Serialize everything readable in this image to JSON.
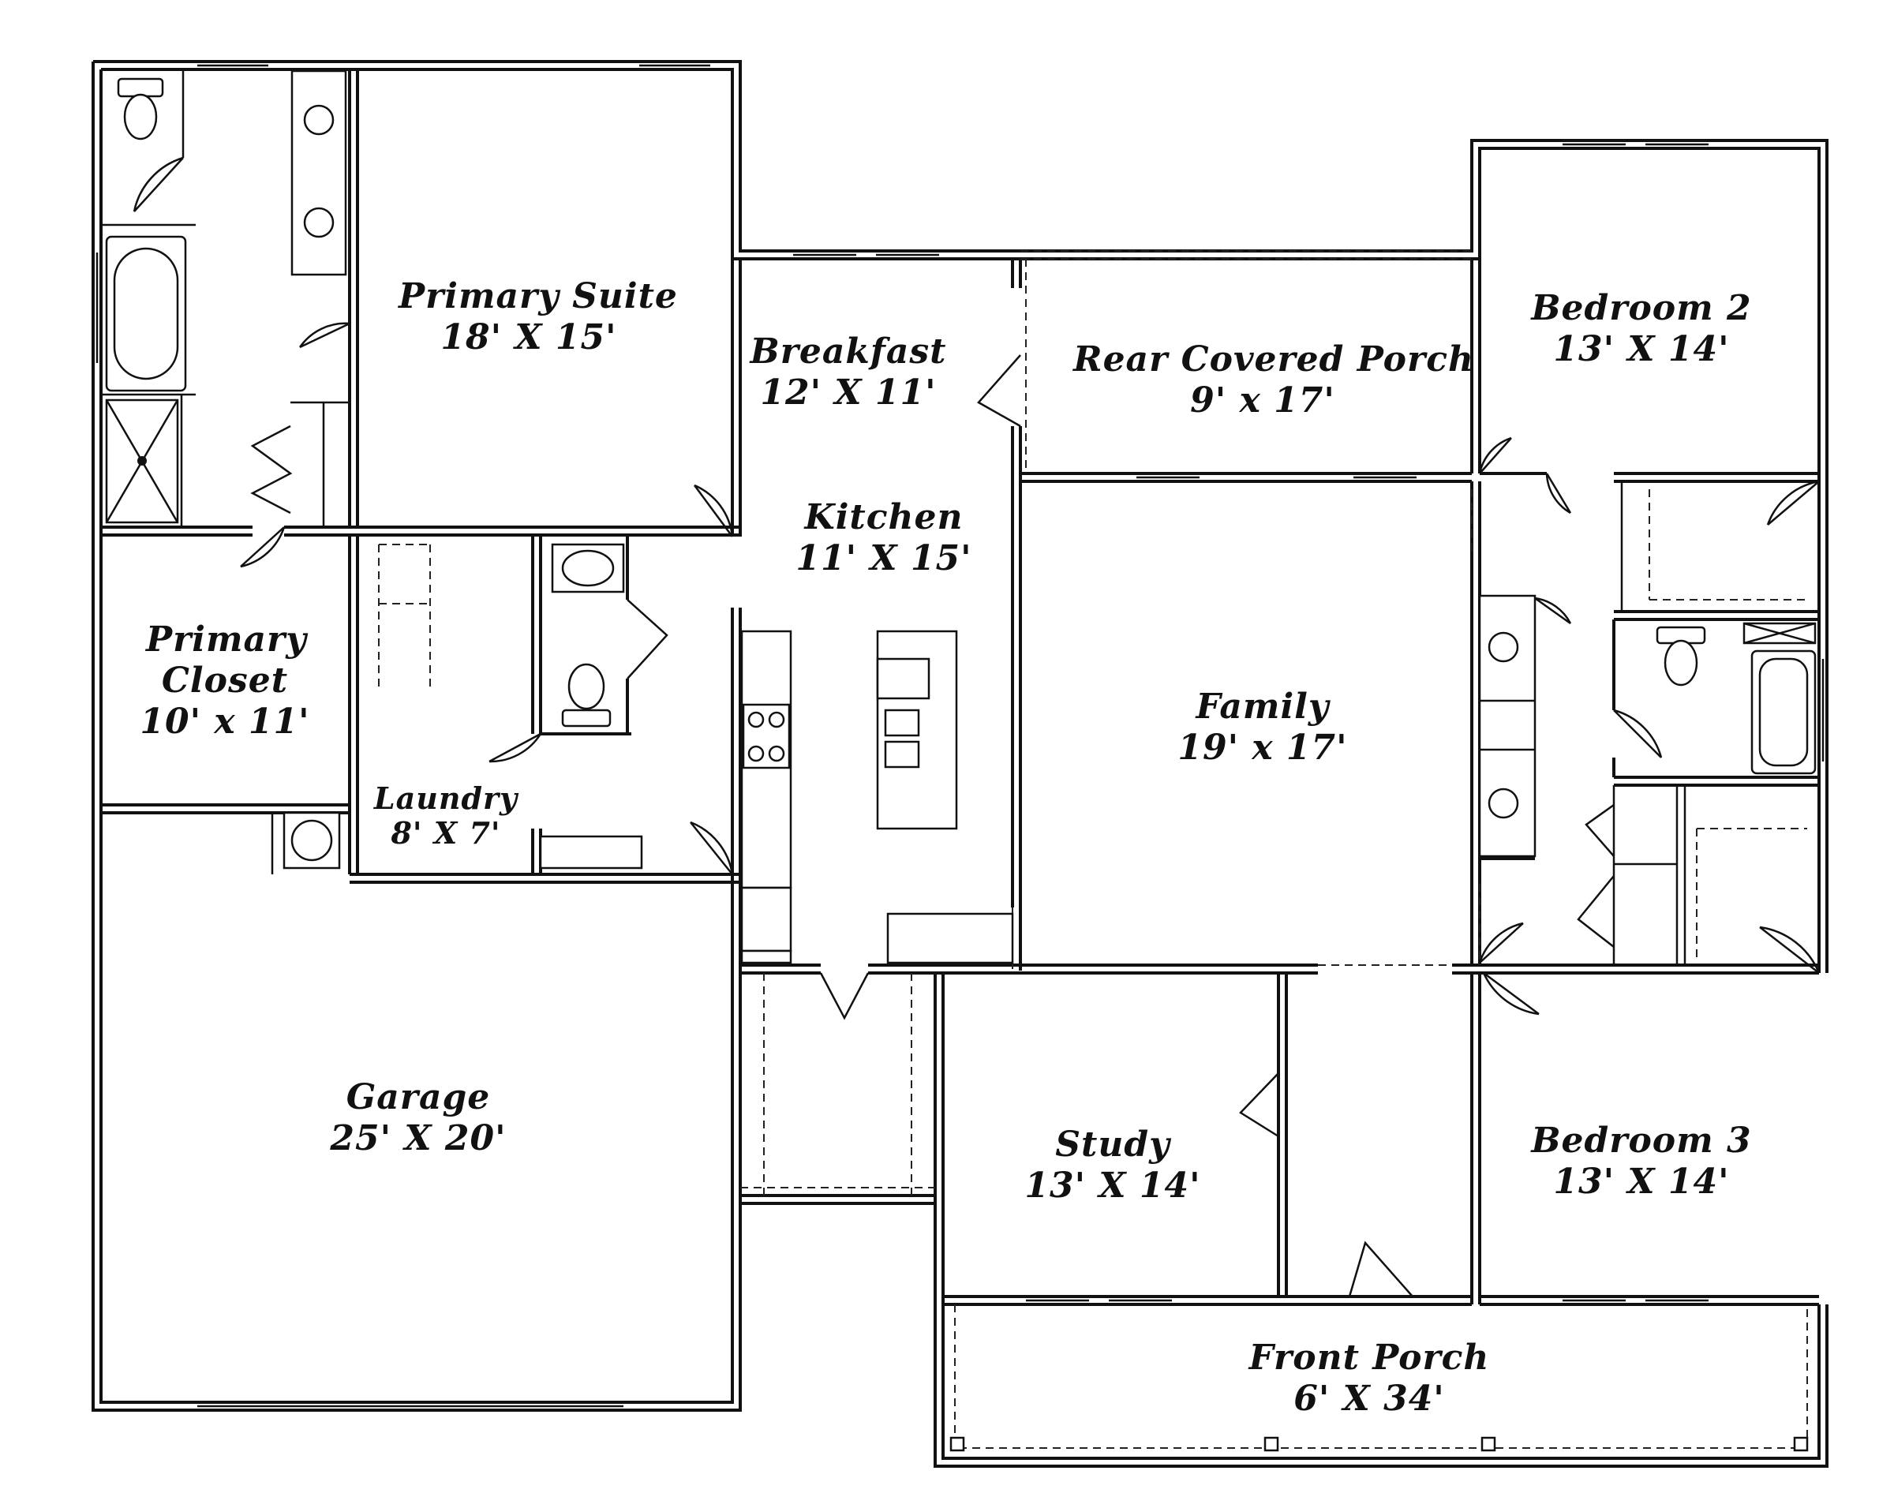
{
  "rooms": {
    "primary_suite": {
      "name": "Primary Suite",
      "dims": "18' X 15'"
    },
    "breakfast": {
      "name": "Breakfast",
      "dims": "12' X 11'"
    },
    "rear_porch": {
      "name": "Rear Covered Porch",
      "dims": "9' x 17'"
    },
    "bedroom2": {
      "name": "Bedroom 2",
      "dims": "13' X 14'"
    },
    "kitchen": {
      "name": "Kitchen",
      "dims": "11' X 15'"
    },
    "primary_closet": {
      "name": "Primary Closet",
      "dims": "10' x 11'"
    },
    "family": {
      "name": "Family",
      "dims": "19' x 17'"
    },
    "laundry": {
      "name": "Laundry",
      "dims": "8' X 7'"
    },
    "garage": {
      "name": "Garage",
      "dims": "25' X 20'"
    },
    "study": {
      "name": "Study",
      "dims": "13' X 14'"
    },
    "bedroom3": {
      "name": "Bedroom 3",
      "dims": "13' X 14'"
    },
    "front_porch": {
      "name": "Front Porch",
      "dims": "6' X 34'"
    }
  },
  "icons": [
    "toilet-icon",
    "sink-icon",
    "bathtub-icon",
    "shower-icon",
    "cooktop-icon",
    "water-heater-icon",
    "door-swing-icon"
  ]
}
